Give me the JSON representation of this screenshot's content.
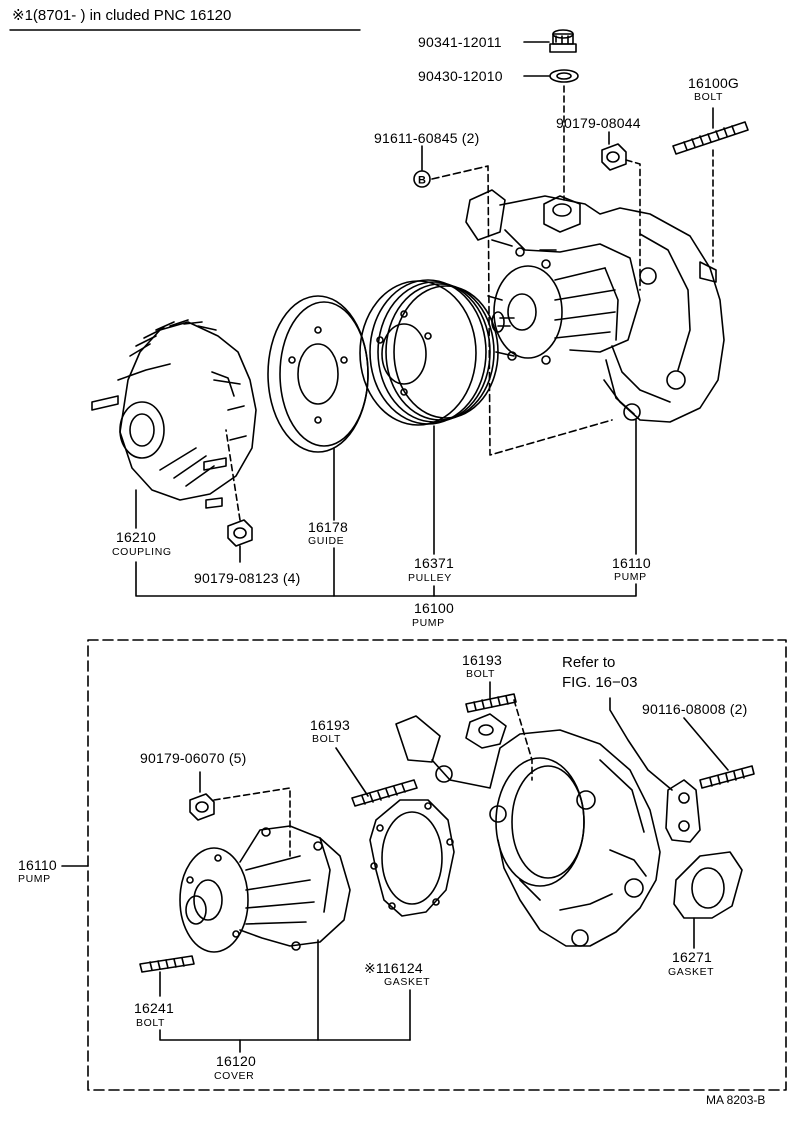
{
  "header": {
    "text": "※1(8701-      ) in cluded PNC 16120"
  },
  "top_section": {
    "parts": [
      {
        "number": "90341-12011"
      },
      {
        "number": "90430-12010"
      },
      {
        "number": "16100G",
        "name": "BOLT"
      },
      {
        "number": "90179-08044"
      },
      {
        "number": "91611-60845 (2)"
      },
      {
        "number": "16210",
        "name": "COUPLING"
      },
      {
        "number": "16178",
        "name": "GUIDE"
      },
      {
        "number": "16371",
        "name": "PULLEY"
      },
      {
        "number": "16110",
        "name": "PUMP"
      },
      {
        "number": "90179-08123 (4)"
      },
      {
        "number": "16100",
        "name": "PUMP"
      }
    ],
    "marker": "B"
  },
  "bottom_section": {
    "parts": [
      {
        "number": "16193",
        "name": "BOLT"
      },
      {
        "number": "16193",
        "name": "BOLT"
      },
      {
        "number": "90116-08008 (2)"
      },
      {
        "number": "90179-06070 (5)"
      },
      {
        "number": "16110",
        "name": "PUMP"
      },
      {
        "number": "※116124",
        "name": "GASKET"
      },
      {
        "number": "16271",
        "name": "GASKET"
      },
      {
        "number": "16241",
        "name": "BOLT"
      },
      {
        "number": "16120",
        "name": "COVER"
      }
    ],
    "reference": {
      "line1": "Refer to",
      "line2": "FIG. 16−03"
    }
  },
  "diagram_code": "MA 8203-B"
}
